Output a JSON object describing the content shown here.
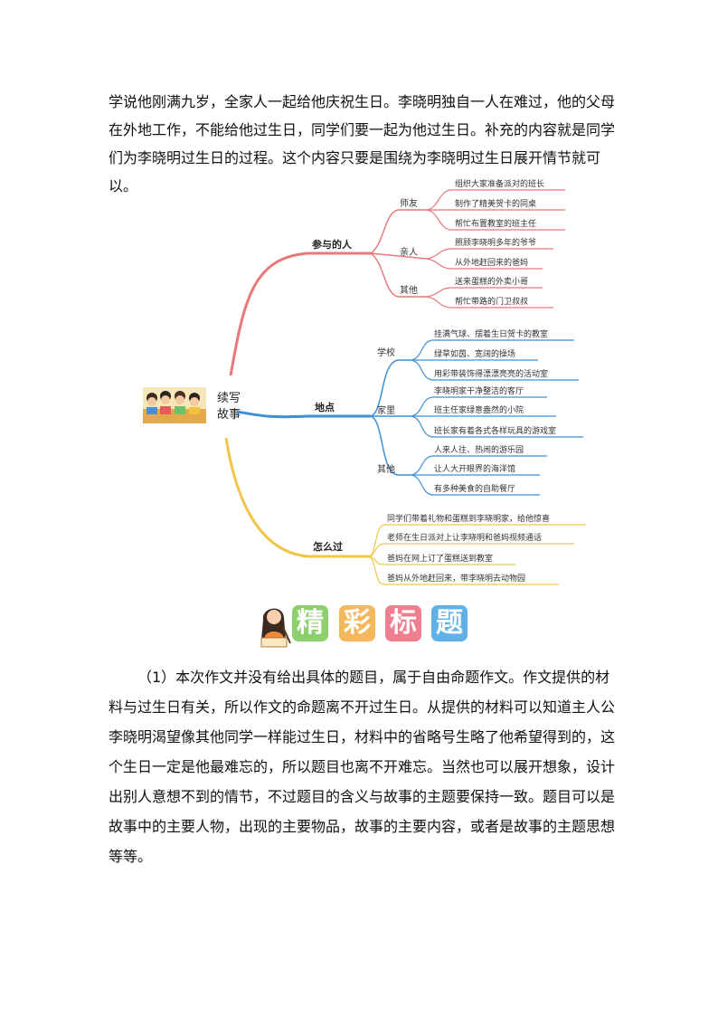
{
  "top_paragraph": [
    "学说他刚满九岁，全家人一起给他庆祝生日。李晓明独自一人在难过，他的父母",
    "在外地工作，不能给他过生日，同学们要一起为他过生日。补充的内容就是同学",
    "们为李晓明过生日的过程。这个内容只要是围绕为李晓明过生日展开情节就可以。"
  ],
  "mindmap": {
    "root": "续写\n故事",
    "branches": [
      {
        "label": "参与的人",
        "color": "#e8787a",
        "groups": [
          {
            "label": "师友",
            "items": [
              "组织大家准备派对的班长",
              "制作了精美贺卡的同桌",
              "帮忙布置教室的班主任"
            ]
          },
          {
            "label": "亲人",
            "items": [
              "照顾李晓明多年的爷爷",
              "从外地赶回来的爸妈"
            ]
          },
          {
            "label": "其他",
            "items": [
              "送来蛋糕的外卖小哥",
              "帮忙带路的门卫叔叔"
            ]
          }
        ]
      },
      {
        "label": "地点",
        "color": "#3f8fd6",
        "groups": [
          {
            "label": "学校",
            "items": [
              "挂满气球、摆着生日贺卡的教室",
              "绿草如茵、宽阔的操场",
              "用彩带装饰得漂漂亮亮的活动室"
            ]
          },
          {
            "label": "家里",
            "items": [
              "李晓明家干净整洁的客厅",
              "班主任家绿意盎然的小院",
              "班长家有着各式各样玩具的游戏室"
            ]
          },
          {
            "label": "其他",
            "items": [
              "人来人往、热闹的游乐园",
              "让人大开眼界的海洋馆",
              "有多种美食的自助餐厅"
            ]
          }
        ]
      },
      {
        "label": "怎么过",
        "color": "#f0c64a",
        "groups": [
          {
            "label": "",
            "items": [
              "同学们带着礼物和蛋糕到李晓明家，给他惊喜",
              "老师在生日派对上让李晓明和爸妈视频通话",
              "爸妈在网上订了蛋糕送到教室",
              "爸妈从外地赶回来，带李晓明去动物园"
            ]
          }
        ]
      }
    ]
  },
  "section_title": {
    "chars": [
      "精",
      "彩",
      "标",
      "题"
    ],
    "colors": [
      "#8cd06e",
      "#f6b85c",
      "#ef7e8e",
      "#5fb1e8"
    ]
  },
  "body_paragraph": [
    "（1）本次作文并没有给出具体的题目，属于自由命题作文。作文提供的材",
    "料与过生日有关，所以作文的命题离不开过生日。从提供的材料可以知道主人公",
    "李晓明渴望像其他同学一样能过生日，材料中的省略号生略了他希望得到的，这",
    "个生日一定是他最难忘的，所以题目也离不开难忘。当然也可以展开想象，设计",
    "出别人意想不到的情节，不过题目的含义与故事的主题要保持一致。题目可以是",
    "故事中的主要人物，出现的主要物品，故事的主要内容，或者是故事的主题思想",
    "等等。"
  ]
}
